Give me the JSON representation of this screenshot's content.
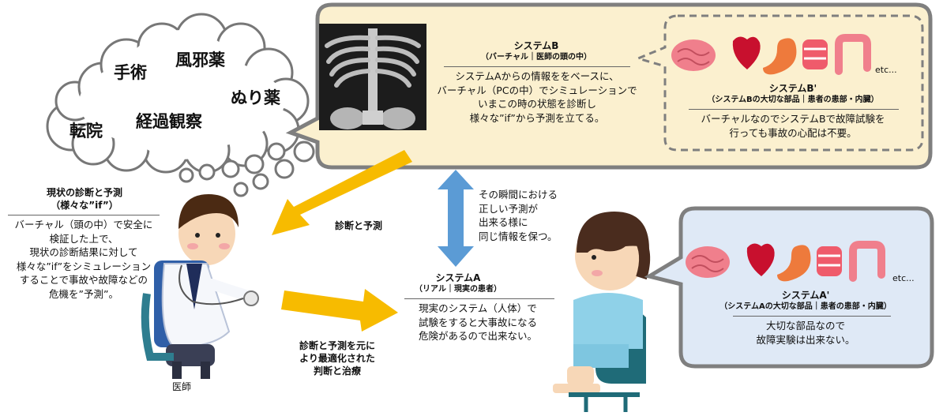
{
  "cloud_words": [
    "手術",
    "風邪薬",
    "ぬり薬",
    "転院",
    "経過観察"
  ],
  "system_b": {
    "title": "システムB",
    "subtitle": "（バーチャル｜医師の頭の中）",
    "body": [
      "システムAからの情報ををベースに、",
      "バーチャル（PCの中）でシミュレーションで",
      "いまこの時の状態を診断し",
      "様々な”if”から予測を立てる。"
    ]
  },
  "system_b_prime": {
    "etc": "etc...",
    "title": "システムB'",
    "subtitle": "（システムBの大切な部品｜患者の患部・内臓）",
    "body": [
      "バーチャルなのでシステムBで故障試験を",
      "行っても事故の心配は不要。"
    ]
  },
  "current_diagnosis": {
    "title": [
      "現状の診断と予測",
      "（様々な”if”）"
    ],
    "body": [
      "バーチャル（頭の中）で安全に",
      "検証した上で、",
      "現状の診断結果に対して",
      "様々な”if”をシミュレーション",
      "することで事故や故障などの",
      "危機を”予測”。"
    ]
  },
  "arrow_labels": {
    "diagnosis": "診断と予測",
    "sync": [
      "その瞬間における",
      "正しい予測が",
      "出来る様に",
      "同じ情報を保つ。"
    ],
    "treatment": [
      "診断と予測を元に",
      "より最適化された",
      "判断と治療"
    ]
  },
  "system_a": {
    "title": "システムA",
    "subtitle": "（リアル｜現実の患者）",
    "body": [
      "現実のシステム（人体）で",
      "試験をすると大事故になる",
      "危険があるので出来ない。"
    ]
  },
  "system_a_prime": {
    "etc": "etc...",
    "title": "システムA'",
    "subtitle": "（システムAの大切な部品｜患者の患部・内臓）",
    "body": [
      "大切な部品なので",
      "故障実験は出来ない。"
    ]
  },
  "doctor_label": "医師",
  "colors": {
    "bubble_cream": "#fbf0cf",
    "bubble_blue": "#dfe9f6",
    "bubble_border": "#7f7f7f",
    "arrow_yellow": "#f7bb00",
    "arrow_blue": "#5b9bd5",
    "organ_pink": "#f07f8c"
  }
}
